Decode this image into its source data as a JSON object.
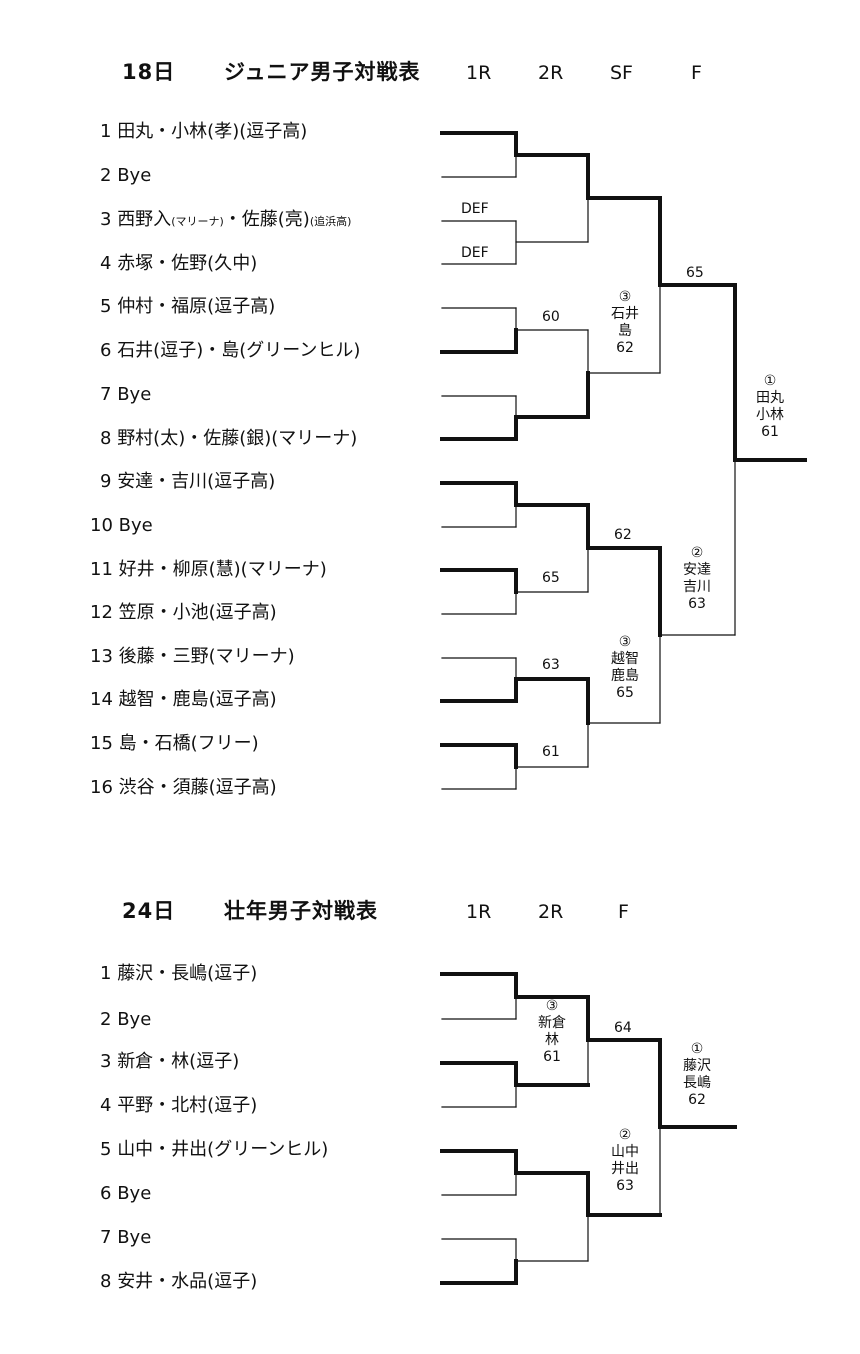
{
  "junior": {
    "title_day": "18日",
    "title_name": "ジュニア男子対戦表",
    "rounds": [
      "1R",
      "2R",
      "SF",
      "F"
    ],
    "players": [
      {
        "num": "1",
        "name": "田丸・小林(孝)(逗子高)"
      },
      {
        "num": "2",
        "name": "Bye"
      },
      {
        "num": "3",
        "name_main": "西野入",
        "name_small1": "(マリーナ)",
        "name_mid": "・佐藤(亮)",
        "name_small2": "(追浜高)"
      },
      {
        "num": "4",
        "name": "赤塚・佐野(久中)"
      },
      {
        "num": "5",
        "name": "仲村・福原(逗子高)"
      },
      {
        "num": "6",
        "name": "石井(逗子)・島(グリーンヒル)"
      },
      {
        "num": "7",
        "name": "Bye"
      },
      {
        "num": "8",
        "name": "野村(太)・佐藤(銀)(マリーナ)"
      },
      {
        "num": "9",
        "name": "安達・吉川(逗子高)"
      },
      {
        "num": "10",
        "name": "Bye"
      },
      {
        "num": "11",
        "name": "好井・柳原(慧)(マリーナ)"
      },
      {
        "num": "12",
        "name": "笠原・小池(逗子高)"
      },
      {
        "num": "13",
        "name": "後藤・三野(マリーナ)"
      },
      {
        "num": "14",
        "name": "越智・鹿島(逗子高)"
      },
      {
        "num": "15",
        "name": "島・石橋(フリー)"
      },
      {
        "num": "16",
        "name": "渋谷・須藤(逗子高)"
      }
    ],
    "def1": "DEF",
    "def2": "DEF",
    "scores": {
      "r2_m3": "60",
      "r2_m6": "65",
      "r2_m7": "63",
      "r2_m8": "61",
      "sf_upper": "65",
      "sf_lower": "62"
    },
    "sf_winner_top": {
      "seed": "③",
      "line1": "石井",
      "line2": "島",
      "score": "62"
    },
    "sf_winner_mid": {
      "seed": "②",
      "line1": "安達",
      "line2": "吉川",
      "score": "63"
    },
    "sf_winner_low": {
      "seed": "③",
      "line1": "越智",
      "line2": "鹿島",
      "score": "65"
    },
    "champion": {
      "seed": "①",
      "line1": "田丸",
      "line2": "小林",
      "score": "61"
    }
  },
  "senior": {
    "title_day": "24日",
    "title_name": "壮年男子対戦表",
    "rounds": [
      "1R",
      "2R",
      "F"
    ],
    "players": [
      {
        "num": "1",
        "name": "藤沢・長嶋(逗子)"
      },
      {
        "num": "2",
        "name": "Bye"
      },
      {
        "num": "3",
        "name": "新倉・林(逗子)"
      },
      {
        "num": "4",
        "name": "平野・北村(逗子)"
      },
      {
        "num": "5",
        "name": "山中・井出(グリーンヒル)"
      },
      {
        "num": "6",
        "name": "Bye"
      },
      {
        "num": "7",
        "name": "Bye"
      },
      {
        "num": "8",
        "name": "安井・水品(逗子)"
      }
    ],
    "semi_score": "64",
    "semi_top": {
      "seed": "③",
      "line1": "新倉",
      "line2": "林",
      "score": "61"
    },
    "semi_bottom": {
      "seed": "②",
      "line1": "山中",
      "line2": "井出",
      "score": "63"
    },
    "champion": {
      "seed": "①",
      "line1": "藤沢",
      "line2": "長嶋",
      "score": "62"
    }
  }
}
